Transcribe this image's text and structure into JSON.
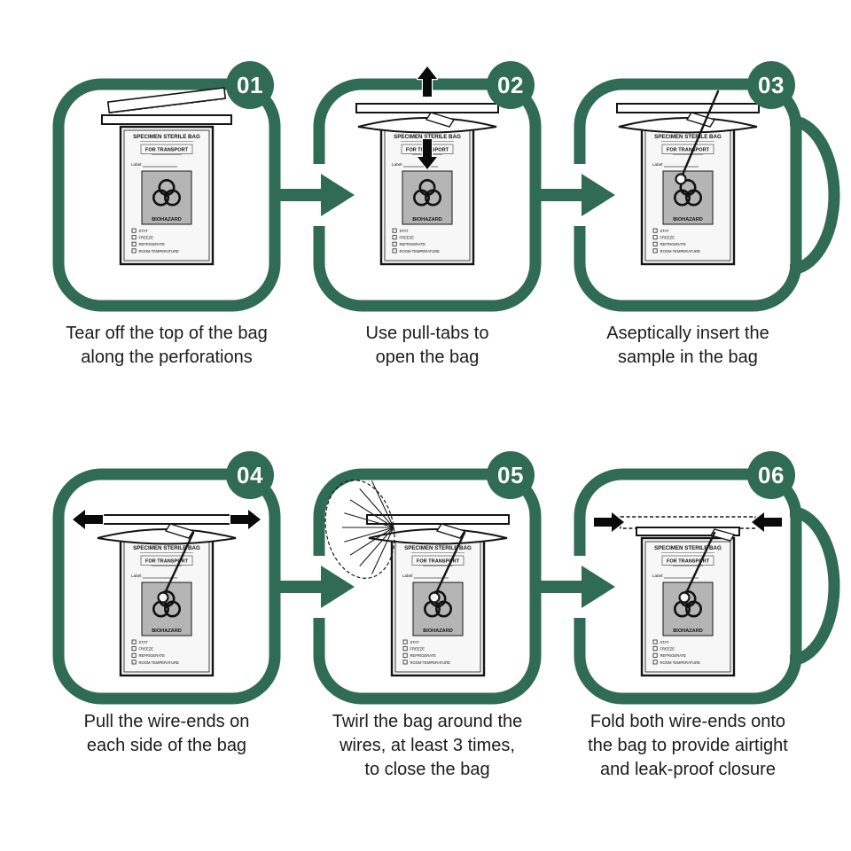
{
  "colors": {
    "green": "#2f6b55",
    "arrow_black": "#0a0a0a",
    "label_gray": "#b5b5b5"
  },
  "bag": {
    "title": "SPECIMEN STERILE BAG",
    "transport_label": "FOR TRANSPORT",
    "label_field": "Label:",
    "biohazard_label": "BIOHAZARD",
    "checkboxes": [
      "STAT",
      "FREEZE",
      "REFRIGERATE",
      "ROOM TEMPERATURE"
    ]
  },
  "steps": [
    {
      "number": "01",
      "caption": "Tear off the top of the bag\nalong the perforations",
      "graphic": "bag-with-top-torn-off-along-perforation",
      "icons": [
        "perforation-dashed-line"
      ]
    },
    {
      "number": "02",
      "caption": "Use pull-tabs to\nopen the bag",
      "graphic": "bag-opened-with-pull-tabs",
      "icons": [
        "up-arrow-icon",
        "down-arrow-icon"
      ]
    },
    {
      "number": "03",
      "caption": "Aseptically insert the\nsample in the bag",
      "graphic": "open-bag-with-swab-sample-being-inserted",
      "icons": [
        "swab-sample-icon"
      ]
    },
    {
      "number": "04",
      "caption": "Pull the wire-ends on\neach side of the bag",
      "graphic": "bag-with-wire-ends-pulled-outward",
      "icons": [
        "left-arrow-icon",
        "right-arrow-icon"
      ]
    },
    {
      "number": "05",
      "caption": "Twirl the bag around the\nwires, at least 3 times,\nto close the bag",
      "graphic": "bag-twirling-around-wires",
      "icons": [
        "twirl-motion-icon"
      ]
    },
    {
      "number": "06",
      "caption": "Fold both wire-ends onto\nthe bag to provide airtight\nand leak-proof closure",
      "graphic": "bag-with-wire-ends-folded-closed",
      "icons": [
        "inward-right-arrow-icon",
        "inward-left-arrow-icon"
      ]
    }
  ]
}
